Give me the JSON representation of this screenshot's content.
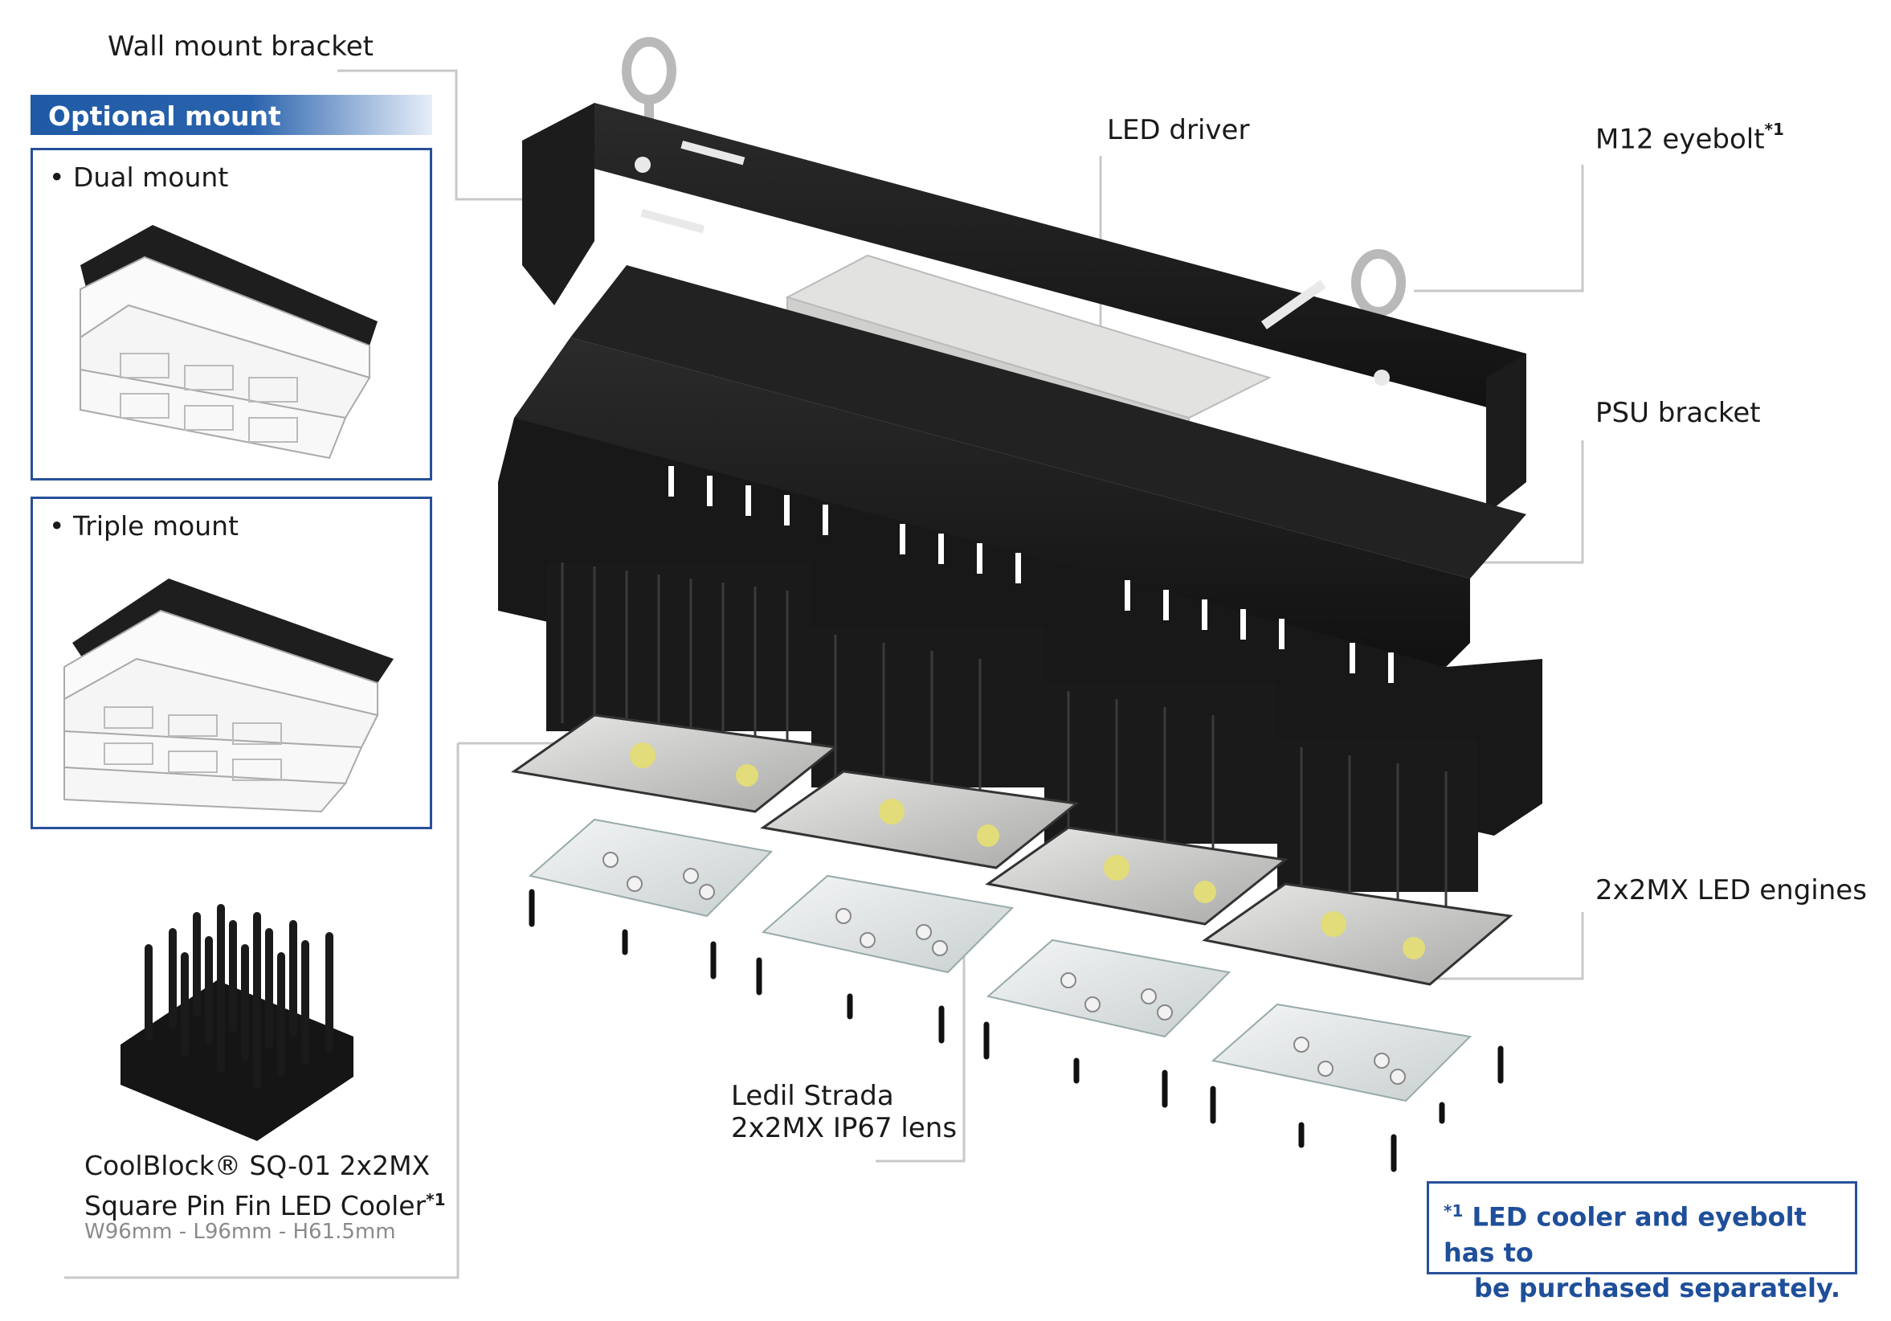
{
  "header": {
    "title": "Optional mount accessories"
  },
  "mounts": [
    {
      "label": "• Dual mount"
    },
    {
      "label": "• Triple mount"
    }
  ],
  "callouts": {
    "wall_mount_bracket": "Wall mount bracket",
    "led_driver": "LED driver",
    "m12_eyebolt": "M12 eyebolt",
    "m12_eyebolt_mark": "*1",
    "psu_bracket": "PSU bracket",
    "led_engines": "2x2MX LED engines",
    "lens_line1": "Ledil Strada",
    "lens_line2": "2x2MX IP67 lens"
  },
  "cooler": {
    "line1": "CoolBlock® SQ-01 2x2MX",
    "line2": "Square Pin Fin LED Cooler",
    "mark": "*1",
    "dims": "W96mm - L96mm - H61.5mm"
  },
  "note": {
    "mark": "*1",
    "line1": "LED cooler and eyebolt has to",
    "line2": "be purchased separately."
  },
  "colors": {
    "accent_blue": "#27509a",
    "note_text": "#1f4f9a",
    "metal_black": "#1b1b1b",
    "driver_grey": "#d8d8d6"
  }
}
